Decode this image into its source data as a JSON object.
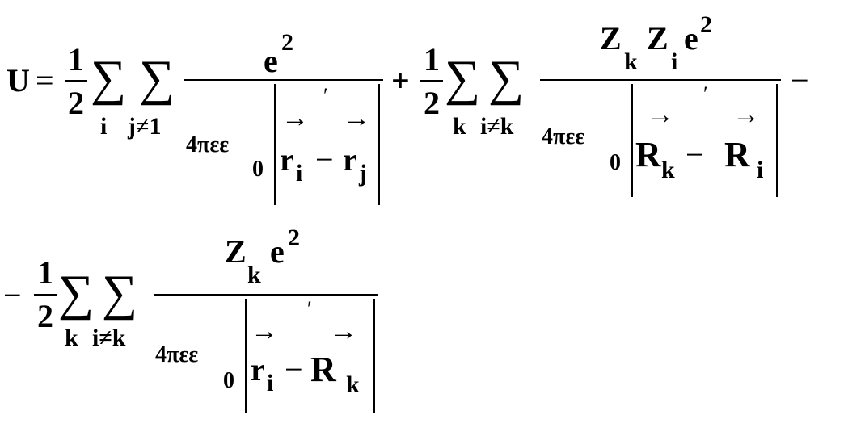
{
  "equation": {
    "lhs": "U",
    "eq": "=",
    "half": {
      "num": "1",
      "den": "2"
    },
    "sigma": "∑",
    "term1": {
      "sub_i": "i",
      "sub_j": "j≠1",
      "numerator": {
        "base": "e",
        "exp": "2"
      },
      "den_prefix": "4πεε",
      "den_sub": "0",
      "r1": "r",
      "r1_sub": "i",
      "minus": "−",
      "r2": "r",
      "r2_sub": "j"
    },
    "plus": "+",
    "term2": {
      "sub_k": "k",
      "sub_i": "i≠k",
      "numerator": {
        "z1": "Z",
        "z1_sub": "k",
        "z2": "Z",
        "z2_sub": "i",
        "base": "e",
        "exp": "2"
      },
      "den_prefix": "4πεε",
      "den_sub": "0",
      "r1": "R",
      "r1_sub": "k",
      "minus": "−",
      "r2": "R",
      "r2_sub": "i"
    },
    "trailing_minus": "−",
    "term3": {
      "leading_minus": "−",
      "sub_k": "k",
      "sub_i": "i≠k",
      "numerator": {
        "z1": "Z",
        "z1_sub": "k",
        "base": "e",
        "exp": "2"
      },
      "den_prefix": "4πεε",
      "den_sub": "0",
      "r1": "r",
      "r1_sub": "i",
      "minus": "−",
      "r2": "R",
      "r2_sub": "k"
    },
    "arrow": "→",
    "prime": "′"
  }
}
